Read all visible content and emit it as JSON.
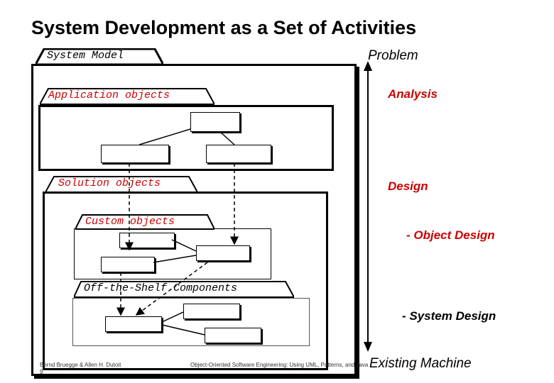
{
  "title": "System Development as a Set of Activities",
  "tabs": {
    "system_model": "System Model",
    "application_objects": "Application objects",
    "solution_objects": "Solution objects",
    "custom_objects": "Custom objects",
    "off_the_shelf": "Off-the-Shelf Components"
  },
  "axis_labels": {
    "problem": "Problem",
    "analysis": "Analysis",
    "design": "Design",
    "object_design": "- Object Design",
    "system_design": "- System Design",
    "existing_machine": "Existing Machine"
  },
  "footer": {
    "authors": "Bernd Bruegge & Allen H. Dutoit",
    "page": "9",
    "book": "Object-Oriented Software Engineering: Using UML, Patterns, and Java"
  },
  "colors": {
    "red_labels": "#cc0000",
    "black": "#000000"
  }
}
